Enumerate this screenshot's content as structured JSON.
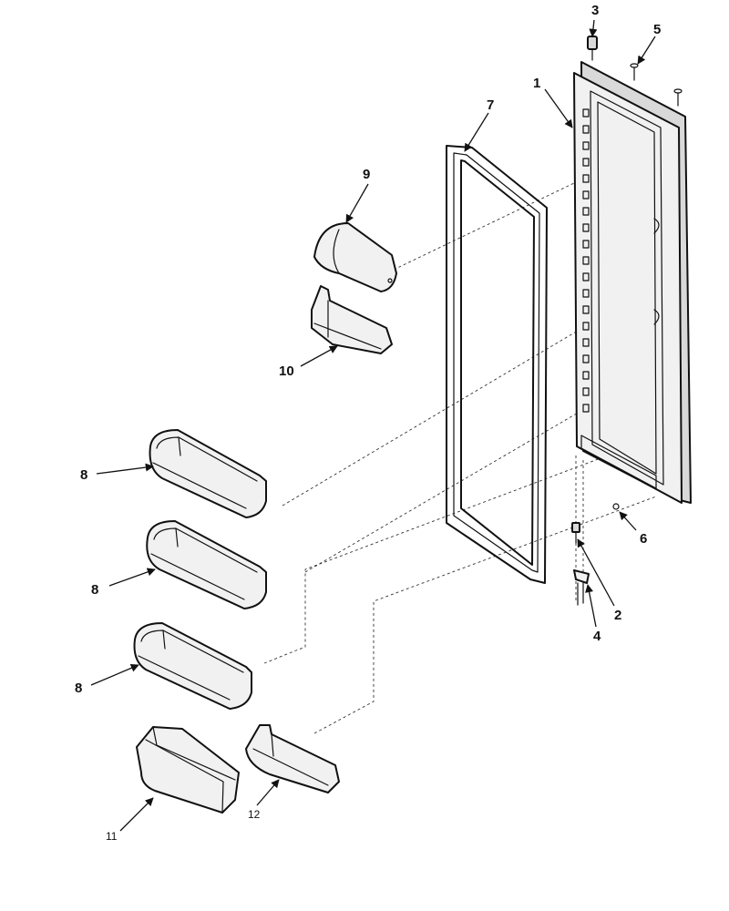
{
  "callouts": {
    "door": "1",
    "hinge_pin": "2",
    "top_hinge_bushing": "3",
    "bottom_bracket": "4",
    "top_screws": "5",
    "bottom_screw": "6",
    "gasket": "7",
    "shelf_bin_a": "8",
    "shelf_bin_b": "8",
    "shelf_bin_c": "8",
    "dairy_door": "9",
    "dairy_bin": "10",
    "deep_bin": "11",
    "small_bin": "12"
  }
}
